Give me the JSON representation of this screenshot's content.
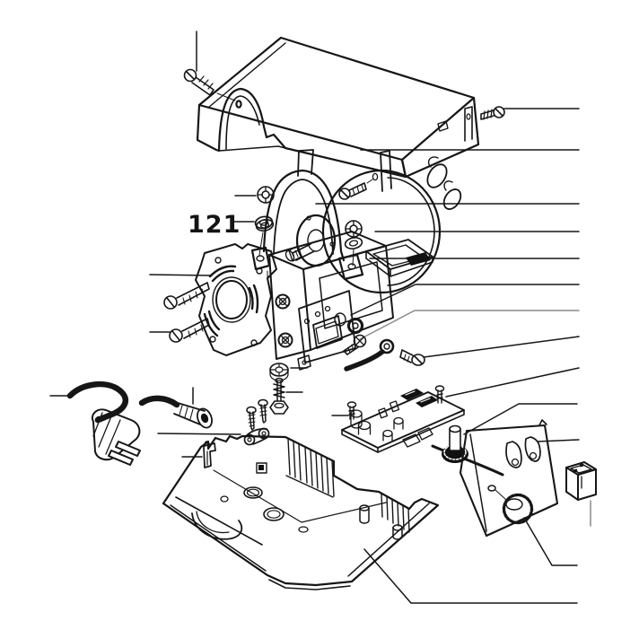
{
  "figure": {
    "kind": "exploded-parts-diagram",
    "subject": "power-tool-motor-assembly"
  },
  "label": {
    "text": "121"
  },
  "colors": {
    "background": "#ffffff",
    "line": "#161616",
    "muted_line": "#8a8a8a",
    "fill_black": "#111111"
  },
  "parts": [
    "cover-screw-left",
    "top-cover",
    "cover-screw-right",
    "motor",
    "motor-strap",
    "crown-nut-left",
    "washer-left",
    "labelled-washer-121",
    "crown-nut-right",
    "washer-right",
    "motor-screw",
    "motor-cradle",
    "gear-plate",
    "plate-screw-upper",
    "plate-screw-lower",
    "gearbox-body",
    "faceplate",
    "star-washer",
    "phillips-screw",
    "ground-cable",
    "terminal-bolt",
    "slotted-nut",
    "spring-stud",
    "hex-nut",
    "tapping-screws",
    "cable-clamp",
    "hook-clip",
    "power-cord",
    "cord-grommet",
    "circuit-board",
    "potentiometer",
    "base-housing",
    "side-panel",
    "thumb-knob",
    "rocker-switch"
  ]
}
